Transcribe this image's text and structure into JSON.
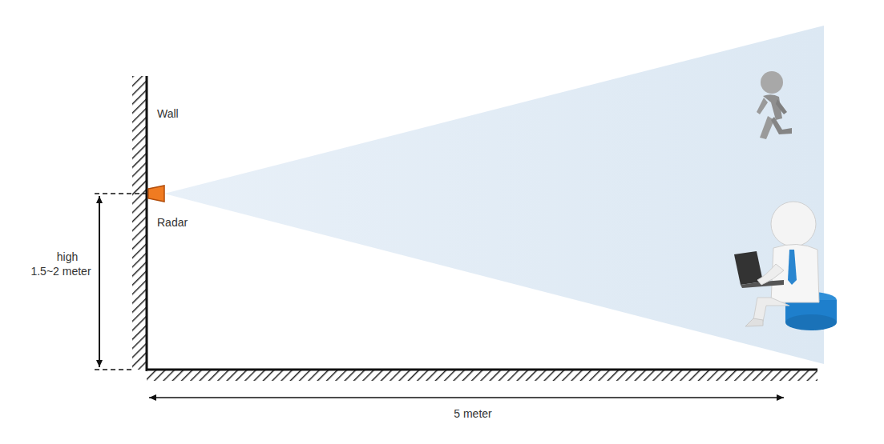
{
  "diagram": {
    "labels": [
      "Wall",
      "Radar",
      "high",
      "1.5~2 meter",
      "5 meter"
    ]
  }
}
